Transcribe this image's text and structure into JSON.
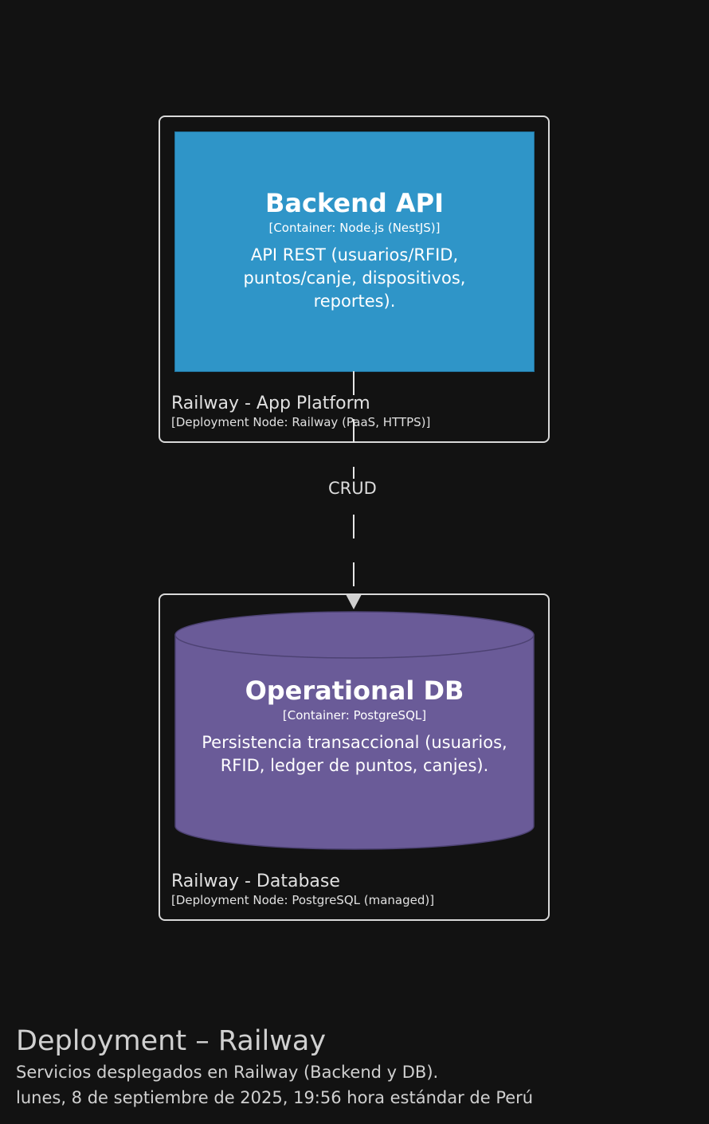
{
  "deployment_nodes": [
    {
      "name": "Railway - App Platform",
      "tech": "[Deployment Node: Railway (PaaS, HTTPS)]"
    },
    {
      "name": "Railway - Database",
      "tech": "[Deployment Node: PostgreSQL (managed)]"
    }
  ],
  "containers": [
    {
      "title": "Backend API",
      "tech": "[Container: Node.js (NestJS)]",
      "description": "API REST (usuarios/RFID, puntos/canje, dispositivos, reportes).",
      "color": "#2f95c8",
      "shape": "box"
    },
    {
      "title": "Operational DB",
      "tech": "[Container: PostgreSQL]",
      "description": "Persistencia transaccional (usuarios, RFID, ledger de puntos, canjes).",
      "color": "#6a5b98",
      "shape": "cylinder"
    }
  ],
  "relationships": [
    {
      "label": "CRUD",
      "style": "dashed"
    }
  ],
  "footer": {
    "title": "Deployment – Railway",
    "description": "Servicios desplegados en Railway (Backend y DB).",
    "timestamp": "lunes, 8 de septiembre de 2025, 19:56 hora estándar de Perú"
  }
}
